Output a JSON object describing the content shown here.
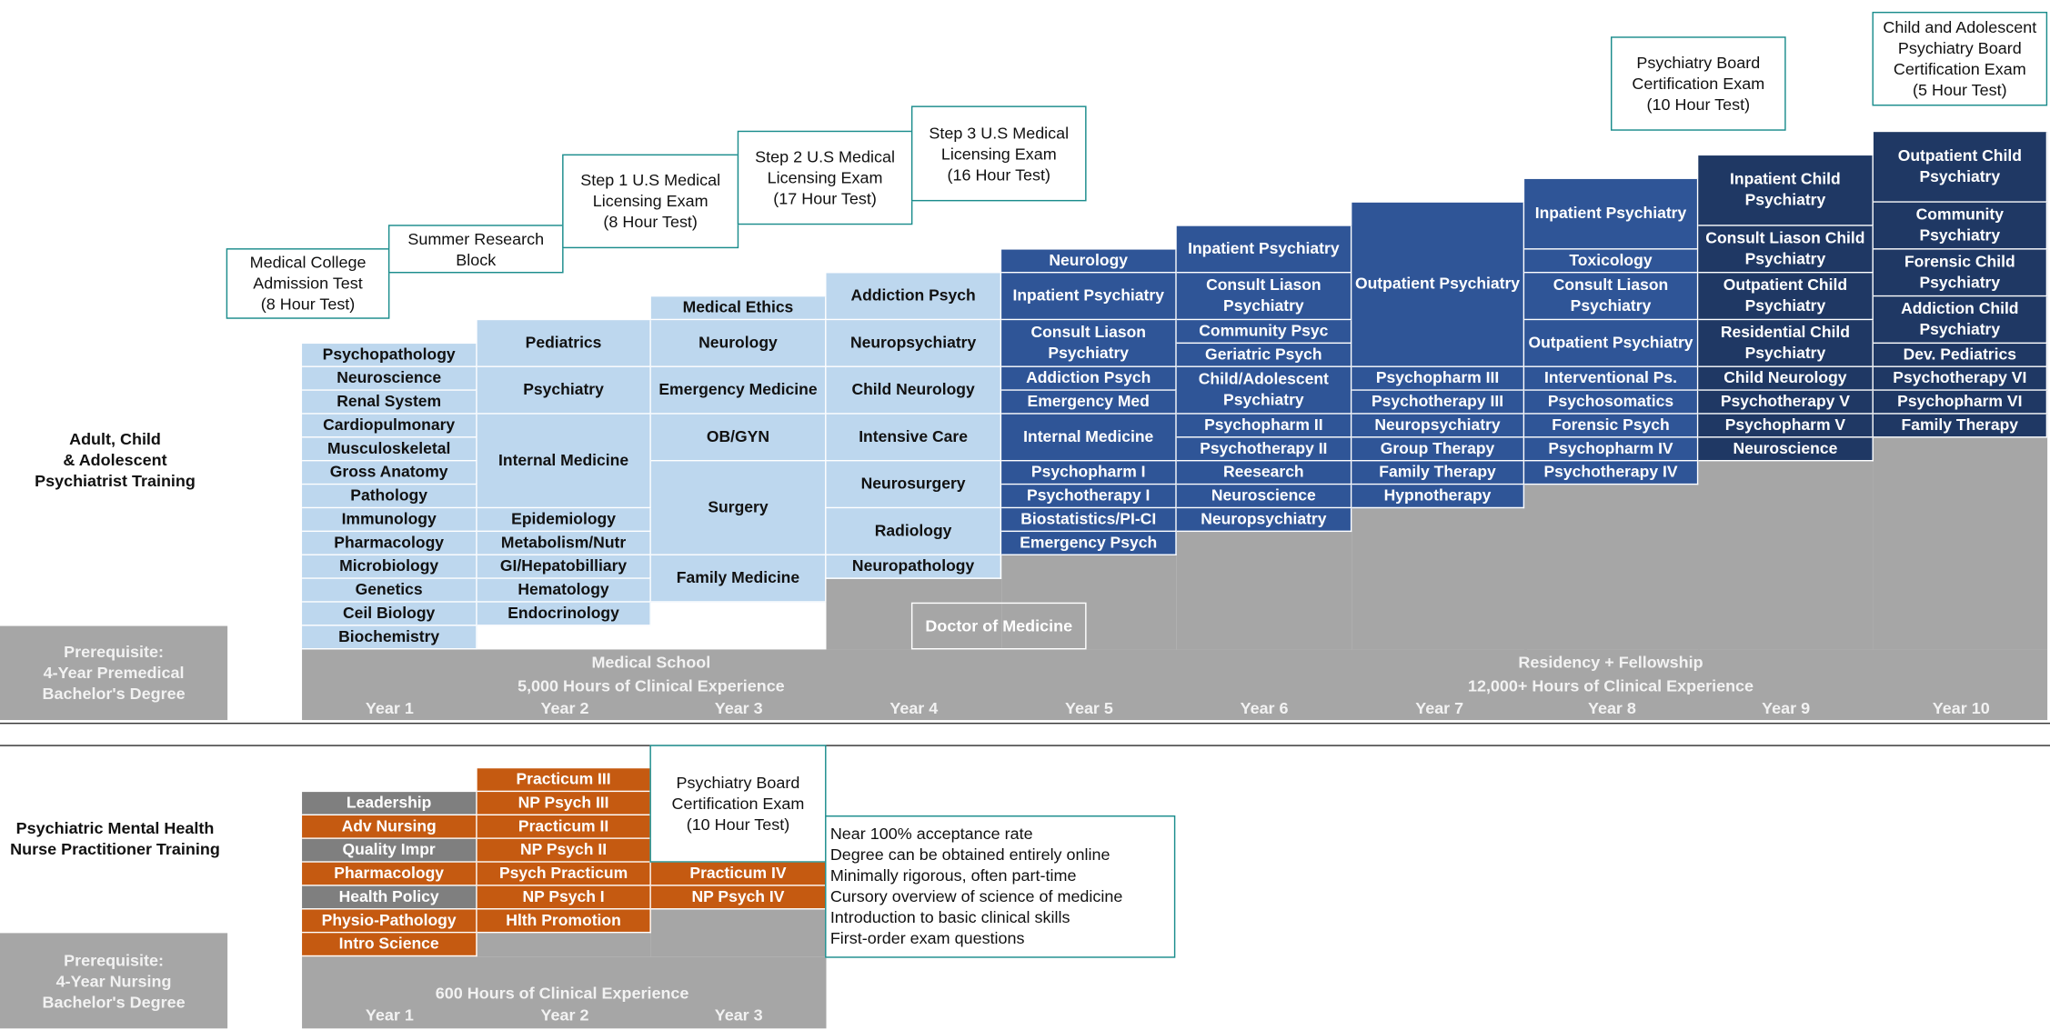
{
  "md_track": {
    "label": "Adult, Child\n& Adolescent\nPsychiatrist Training",
    "prerequisite": "Prerequisite:\n4-Year Premedical\nBachelor's Degree",
    "med_school_caption": "Medical School\n5,000 Hours of Clinical Experience",
    "residency_caption": "Residency + Fellowship\n12,000+ Hours of Clinical Experience",
    "doctor_label": "Doctor of Medicine",
    "years": [
      "Year 1",
      "Year 2",
      "Year 3",
      "Year 4",
      "Year 5",
      "Year 6",
      "Year 7",
      "Year 8",
      "Year 9",
      "Year 10"
    ],
    "exams": [
      "Medical College\nAdmission Test\n(8 Hour Test)",
      "Summer Research\nBlock",
      "Step 1 U.S Medical\nLicensing Exam\n(8 Hour Test)",
      "Step 2 U.S Medical\nLicensing Exam\n(17 Hour Test)",
      "Step 3 U.S Medical\nLicensing Exam\n(16 Hour Test)",
      "Psychiatry Board\nCertification Exam\n(10 Hour Test)",
      "Child and Adolescent\nPsychiatry Board\nCertification Exam\n(5 Hour Test)"
    ],
    "columns": [
      [
        "Psychopathology",
        "Neuroscience",
        "Renal System",
        "Cardiopulmonary",
        "Musculoskeletal",
        "Gross Anatomy",
        "Pathology",
        "Immunology",
        "Pharmacology",
        "Microbiology",
        "Genetics",
        "Ceil Biology",
        "Biochemistry"
      ],
      [
        "Pediatrics",
        "Psychiatry",
        "Internal Medicine",
        "Epidemiology",
        "Metabolism/Nutr",
        "GI/Hepatobilliary",
        "Hematology",
        "Endocrinology"
      ],
      [
        "Medical Ethics",
        "Neurology",
        "Emergency Medicine",
        "OB/GYN",
        "Surgery",
        "Family Medicine"
      ],
      [
        "Addiction Psych",
        "Neuropsychiatry",
        "Child Neurology",
        "Intensive Care",
        "Neurosurgery",
        "Radiology",
        "Neuropathology"
      ],
      [
        "Neurology",
        "Inpatient Psychiatry",
        "Consult Liason Psychiatry",
        "Addiction Psych",
        "Emergency Med",
        "Internal Medicine",
        "Psychopharm I",
        "Psychotherapy I",
        "Biostatistics/PI-CI",
        "Emergency Psych"
      ],
      [
        "Inpatient Psychiatry",
        "Consult Liason Psychiatry",
        "Community Psyc",
        "Geriatric Psych",
        "Child/Adolescent Psychiatry",
        "Psychopharm II",
        "Psychotherapy II",
        "Reesearch",
        "Neuroscience",
        "Neuropsychiatry"
      ],
      [
        "Outpatient Psychiatry",
        "Psychopharm III",
        "Psychotherapy III",
        "Neuropsychiatry",
        "Group Therapy",
        "Family Therapy",
        "Hypnotherapy"
      ],
      [
        "Inpatient Psychiatry",
        "Toxicology",
        "Consult Liason Psychiatry",
        "Outpatient Psychiatry",
        "Interventional Ps.",
        "Psychosomatics",
        "Forensic Psych",
        "Psychopharm IV",
        "Psychotherapy IV"
      ],
      [
        "Inpatient Child Psychiatry",
        "Consult Liason Child Psychiatry",
        "Outpatient Child Psychiatry",
        "Residential Child Psychiatry",
        "Child Neurology",
        "Psychotherapy V",
        "Psychopharm V",
        "Neuroscience"
      ],
      [
        "Outpatient Child Psychiatry",
        "Community Psychiatry",
        "Forensic Child Psychiatry",
        "Addiction Child Psychiatry",
        "Dev. Pediatrics",
        "Psychotherapy VI",
        "Psychopharm VI",
        "Family Therapy"
      ]
    ]
  },
  "np_track": {
    "label": "Psychiatric Mental Health\nNurse Practitioner Training",
    "prerequisite": "Prerequisite:\n4-Year Nursing\nBachelor's Degree",
    "clinical_caption": "600 Hours of Clinical Experience",
    "years": [
      "Year 1",
      "Year 2",
      "Year 3"
    ],
    "exam": "Psychiatry Board\nCertification Exam\n(10 Hour Test)",
    "columns": [
      [
        "Leadership",
        "Adv Nursing",
        "Quality Impr",
        "Pharmacology",
        "Health Policy",
        "Physio-Pathology",
        "Intro Science"
      ],
      [
        "Practicum III",
        "NP Psych III",
        "Practicum II",
        "NP Psych II",
        "Psych Practicum",
        "NP Psych I",
        "Hlth Promotion"
      ],
      [
        "Practicum IV",
        "NP Psych IV"
      ]
    ],
    "notes": [
      "Near 100% acceptance rate",
      "Degree can be obtained entirely online",
      "Minimally rigorous, often part-time",
      "Cursory overview of science of medicine",
      "Introduction to basic clinical skills",
      "First-order exam questions"
    ]
  },
  "colors": {
    "light_blue": "#bdd7ee",
    "mid_blue": "#2f5597",
    "dark_blue": "#1f3864",
    "orange": "#c55a11",
    "grey": "#7f7f7f",
    "teal_border": "#1a8c8c",
    "band_grey": "#a6a6a6"
  }
}
